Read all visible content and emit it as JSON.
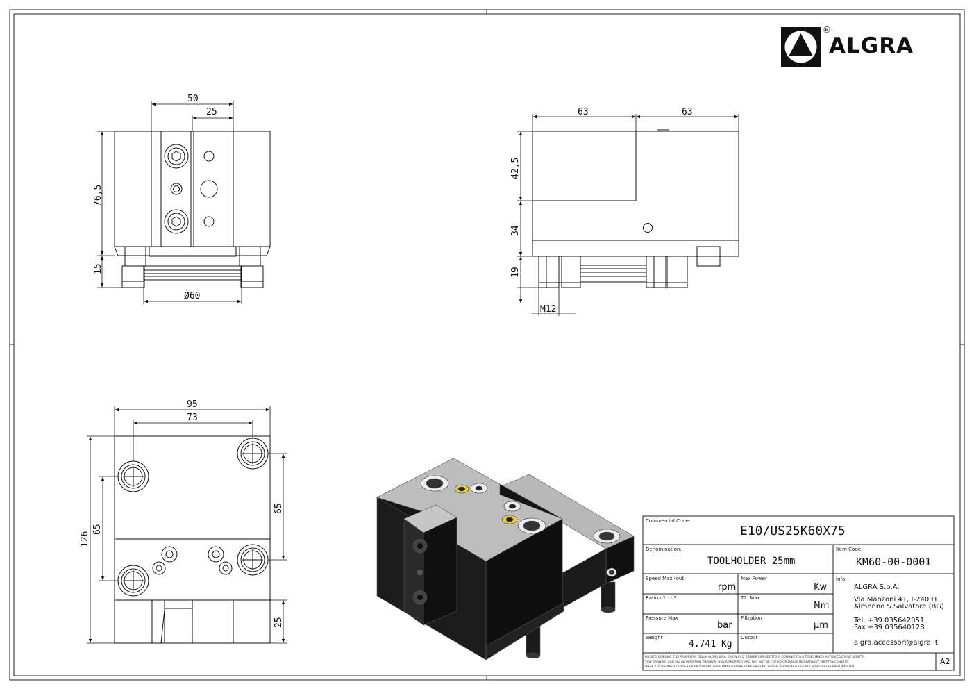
{
  "brand": {
    "name": "ALGRA",
    "registered_mark": "®",
    "logo_icon": "triangle-in-circle-logo"
  },
  "dimensions": {
    "front": {
      "width_50": "50",
      "width_25": "25",
      "height_76_5": "76,5",
      "height_15": "15",
      "diameter_60": "Ø60"
    },
    "side": {
      "len_63_a": "63",
      "len_63_b": "63",
      "height_42_5": "42,5",
      "height_34": "34",
      "height_19": "19",
      "thread": "M12"
    },
    "top": {
      "width_95": "95",
      "width_73": "73",
      "height_126": "126",
      "height_65_left": "65",
      "height_65_right": "65",
      "height_25": "25"
    }
  },
  "title_block": {
    "commercial_code_label": "Commercial Code:",
    "commercial_code": "E10/US25K60X75",
    "denomination_label": "Denomination:",
    "denomination": "TOOLHOLDER 25mm",
    "item_code_label": "Item Code:",
    "item_code": "KM60-00-0001",
    "speed_label": "Speed Max (out)",
    "speed_unit": "rpm",
    "power_label": "Max Power",
    "power_unit": "Kw",
    "ratio_label": "Ratio n1 : n2",
    "torque_label": "T2. Max",
    "torque_unit": "Nm",
    "pressure_label": "Pressure Max",
    "pressure_unit": "bar",
    "filtration_label": "Filtration",
    "filtration_unit": "µm",
    "weight_label": "Weight",
    "weight": "4.741 Kg",
    "output_label": "Output",
    "info_label": "Info:",
    "company": "ALGRA S.p.A.",
    "address_1": "Via Manzoni 41, I-24031",
    "address_2": "Almenno S.Salvatore (BG)",
    "tel": "Tel. +39 035642051",
    "fax": "Fax +39 035640128",
    "email": "algra.accessori@algra.it",
    "sheet_size": "A2",
    "disclaimer_1": "QUESTO DISEGNO E' DI PROPRIETA' DELLA ALGRA S.P.A. E NON PUO' ESSERE RIPRODOTTO O COMUNICATO A TERZI SENZA AUTORIZZAZIONE SCRITTA",
    "disclaimer_2": "THIS DRAWING AND ALL INFORMATION THEREON IS OUR PROPERTY AND MAY NOT BE COPIED OR DISCLOSED WITHOUT WRITTEN CONSENT",
    "disclaimer_3": "DIESE ZEICHNUNG IST UNSER EIGENTUM UND DARF OHNE UNSERE GENEHMIGUNG WEDER VERVIELFAELTIGT NOCH WEITERGEGEBEN WERDEN"
  }
}
